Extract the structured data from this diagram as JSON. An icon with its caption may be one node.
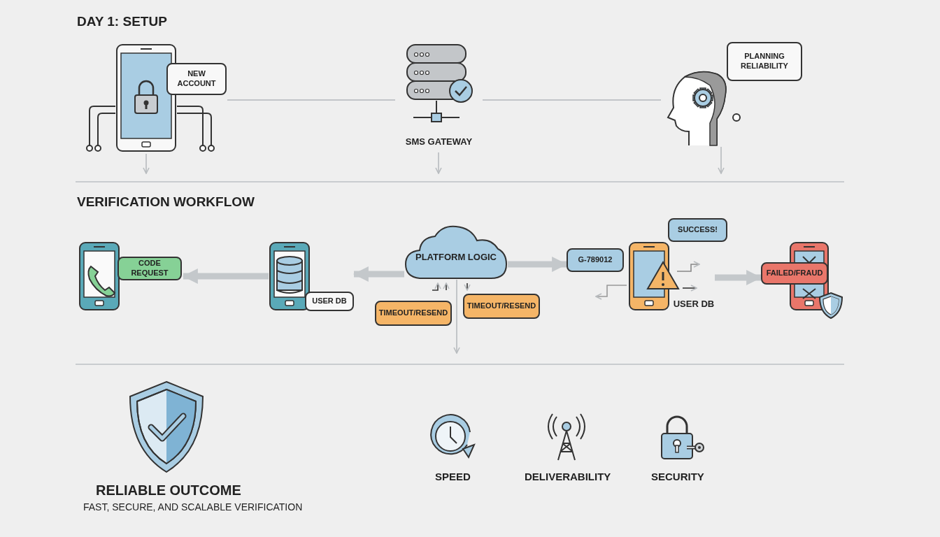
{
  "diagram": {
    "nodes": [
      {
        "text": [
          "NEW ACCOUNT"
        ]
      },
      {
        "text": [
          "SMS GATEWAY"
        ]
      },
      {
        "text": [
          "PLANNING RELIABILITY"
        ]
      },
      {
        "text": [
          "CODE REQUEST"
        ]
      },
      {
        "text": [
          "USER DB"
        ]
      },
      {
        "text": [
          "PLATFORM LOGIC"
        ]
      },
      {
        "text": [
          "TIMEOUT/RESEND"
        ]
      },
      {
        "text": [
          "TIMEOUT/RESEND"
        ]
      },
      {
        "text": [
          "G-789012"
        ]
      },
      {
        "text": [
          "SUCCESS!"
        ]
      },
      {
        "text": [
          "USER DB"
        ]
      },
      {
        "text": [
          "FAILED/FRAUD"
        ]
      }
    ],
    "edges": [
      {
        "from": 0,
        "to": 1,
        "arrow": "none"
      },
      {
        "from": 1,
        "to": 2,
        "arrow": "none"
      },
      {
        "from": 0,
        "to": null,
        "arrow": "to"
      },
      {
        "from": 1,
        "to": null,
        "arrow": "to"
      },
      {
        "from": 2,
        "to": null,
        "arrow": "to"
      },
      {
        "from": 4,
        "to": 3,
        "arrow": "to",
        "style": "thick"
      },
      {
        "from": 5,
        "to": 4,
        "arrow": "to",
        "style": "thick"
      },
      {
        "from": 5,
        "to": 8,
        "arrow": "to",
        "style": "thick"
      },
      {
        "from": 10,
        "to": 11,
        "arrow": "to",
        "style": "thick"
      },
      {
        "from": 5,
        "to": null,
        "arrow": "to"
      }
    ],
    "labels": [
      "DAY 1: SETUP",
      "VERIFICATION WORKFLOW",
      "RELIABLE OUTCOME",
      "FAST, SECURE, AND SCALABLE VERIFICATION",
      "SPEED",
      "DELIVERABILITY",
      "SECURITY"
    ]
  }
}
